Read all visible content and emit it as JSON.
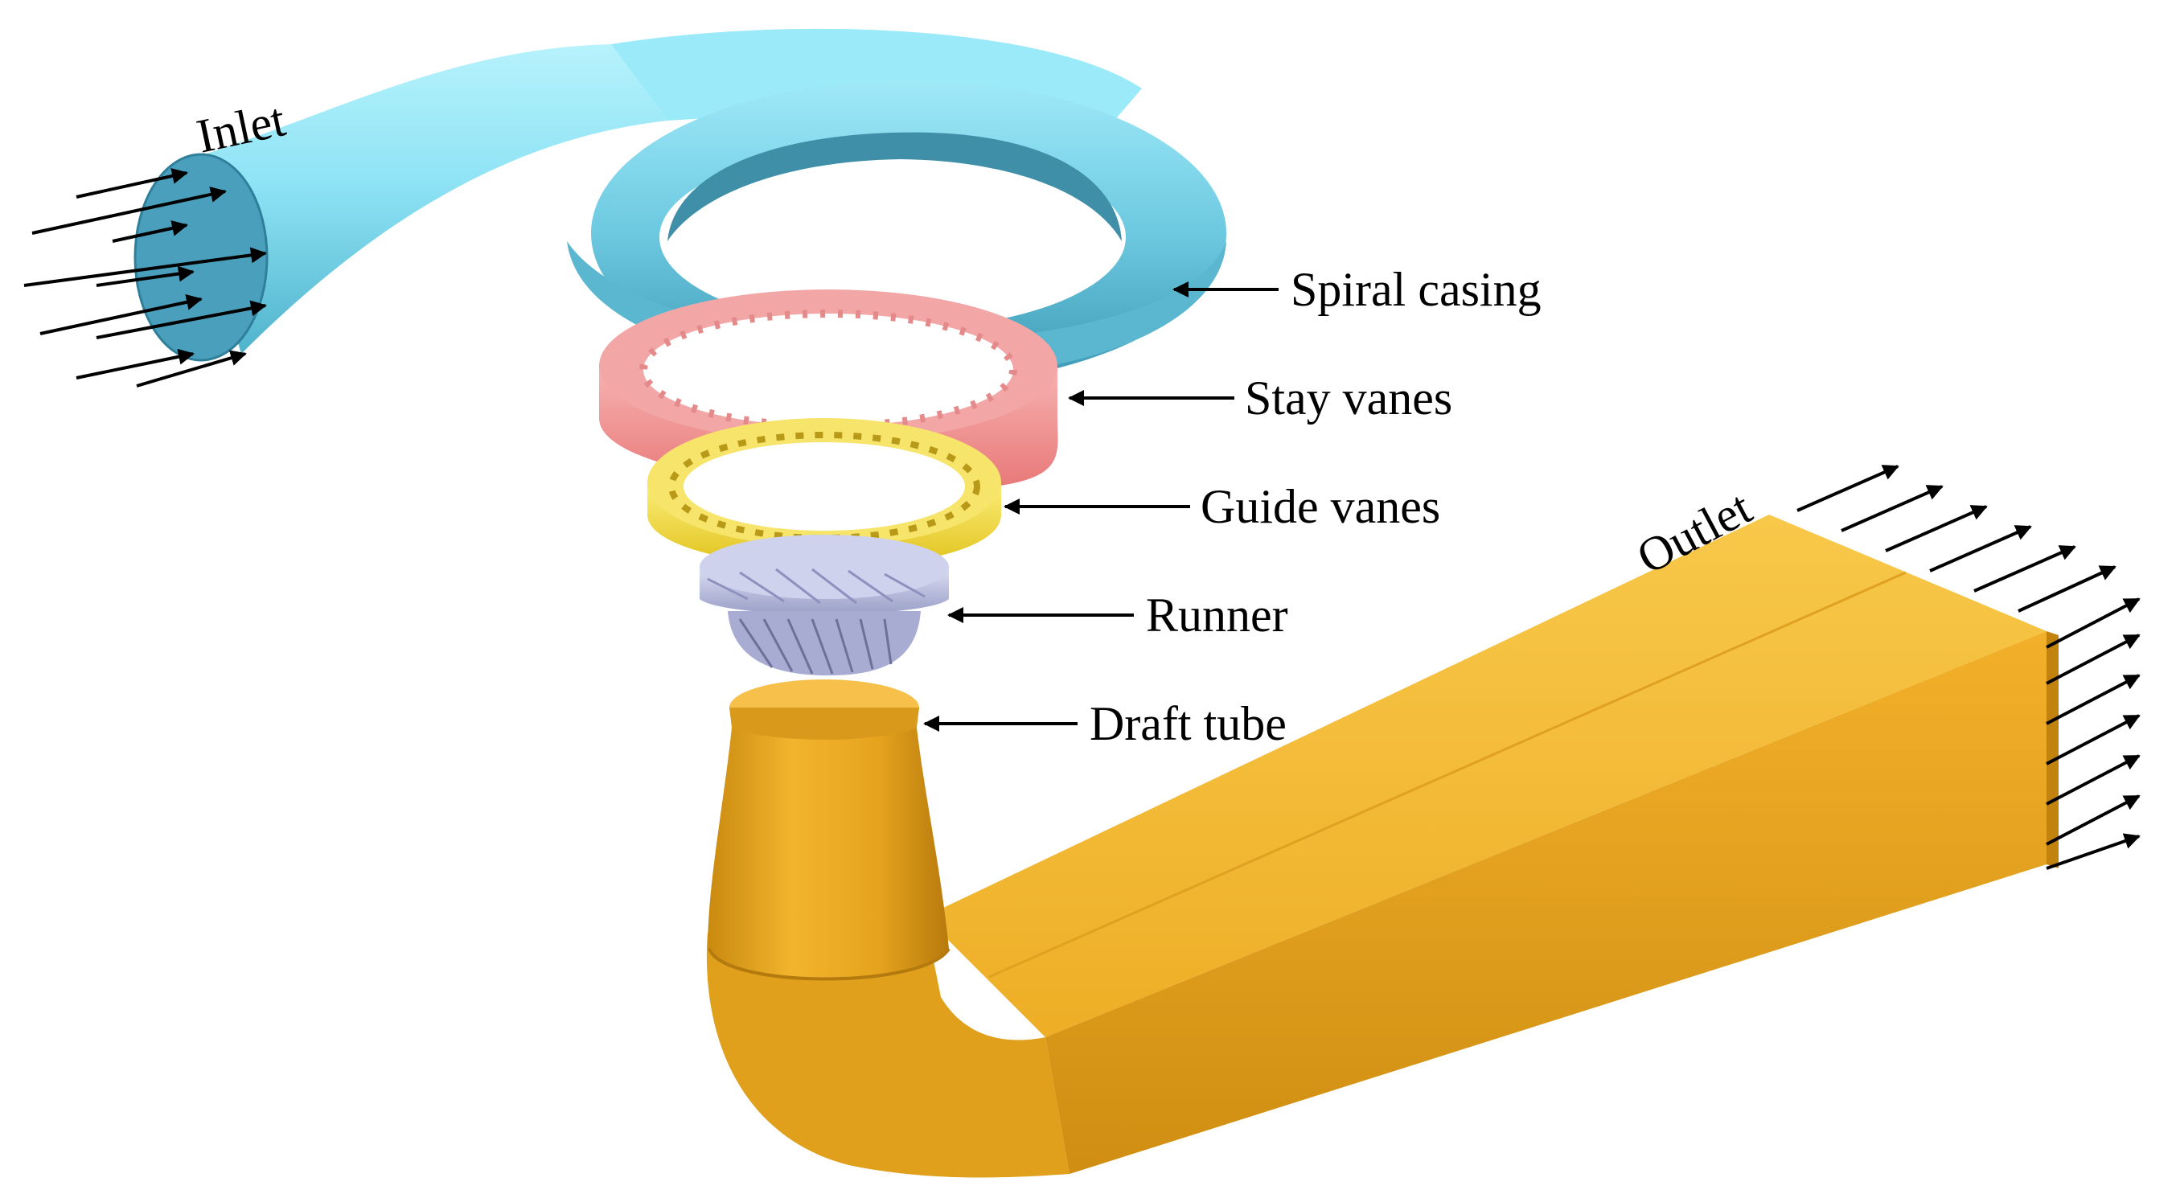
{
  "labels": {
    "inlet": "Inlet",
    "outlet": "Outlet",
    "spiral_casing": "Spiral casing",
    "stay_vanes": "Stay vanes",
    "guide_vanes": "Guide vanes",
    "runner": "Runner",
    "draft_tube": "Draft tube"
  },
  "colors": {
    "spiral_casing": "#8ee3f5",
    "stay_vanes": "#f08a8a",
    "guide_vanes": "#f2dc3c",
    "runner": "#b9bde0",
    "draft_tube": "#f2b22c",
    "arrows": "#000000"
  }
}
